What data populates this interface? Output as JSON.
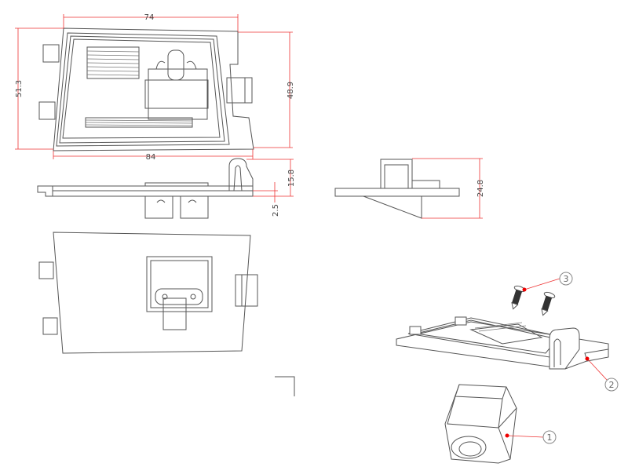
{
  "dimensions": {
    "top_width": "74",
    "left_height": "51.3",
    "right_height": "48.9",
    "bottom_width": "84",
    "clip_height": "15.8",
    "plate_thickness": "2.5",
    "side_height": "24.8"
  },
  "callouts": {
    "camera": "1",
    "bracket": "2",
    "screws": "3"
  },
  "colors": {
    "dimension": "#ee3333",
    "line": "#555555",
    "callout_dot": "#ee0000"
  }
}
